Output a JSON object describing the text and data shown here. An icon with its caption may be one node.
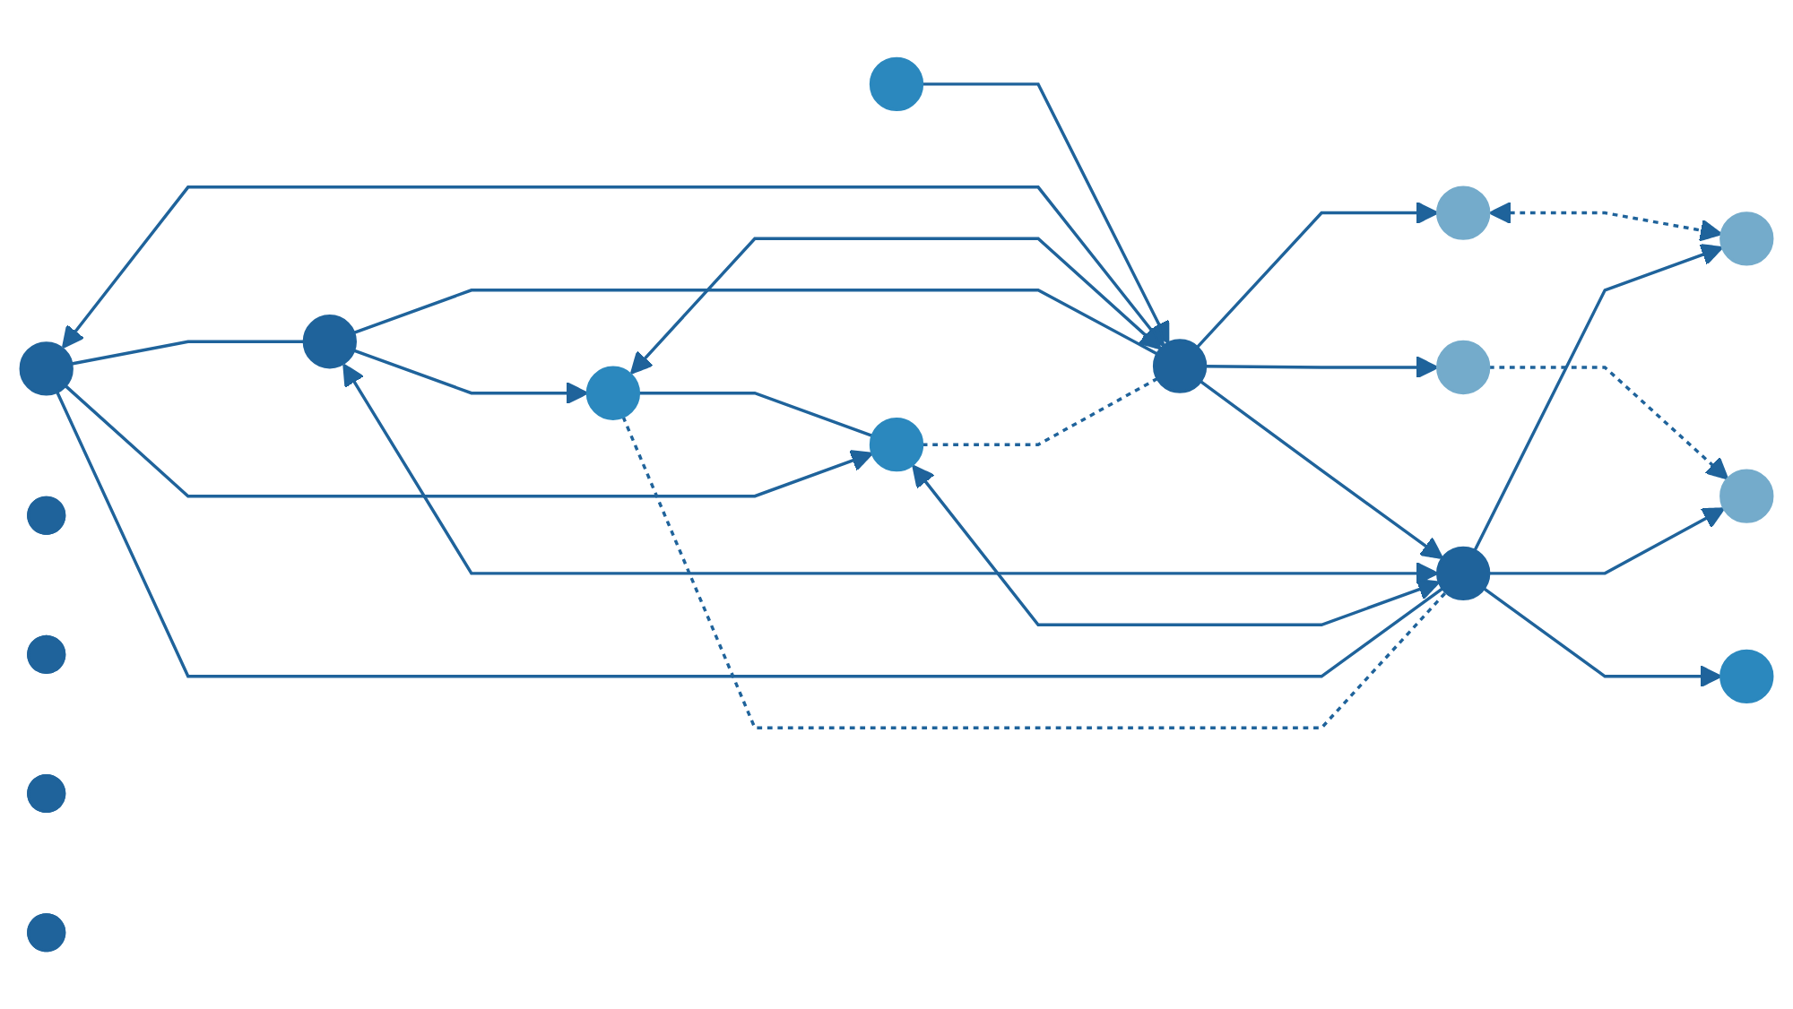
{
  "diagram": {
    "nodes": [
      {
        "text": [],
        "shape": "circle"
      },
      {
        "text": [],
        "shape": "circle"
      },
      {
        "text": [],
        "shape": "circle"
      },
      {
        "text": [],
        "shape": "circle"
      },
      {
        "text": [],
        "shape": "circle"
      },
      {
        "text": [],
        "shape": "circle"
      },
      {
        "text": [],
        "shape": "circle"
      },
      {
        "text": [],
        "shape": "circle"
      },
      {
        "text": [],
        "shape": "circle"
      },
      {
        "text": [],
        "shape": "circle"
      },
      {
        "text": [],
        "shape": "circle"
      },
      {
        "text": [],
        "shape": "circle"
      },
      {
        "text": [],
        "shape": "circle"
      },
      {
        "text": [],
        "shape": "circle"
      },
      {
        "text": [],
        "shape": "circle"
      },
      {
        "text": [],
        "shape": "circle"
      }
    ],
    "edges": [
      {
        "from": 0,
        "to": 1,
        "arrow": "none"
      },
      {
        "from": 2,
        "to": 5,
        "arrow": "to",
        "style": "dashed"
      },
      {
        "from": 6,
        "to": 7,
        "arrow": "to"
      },
      {
        "from": 7,
        "to": 8,
        "arrow": "to"
      },
      {
        "from": 8,
        "to": 9,
        "arrow": "to"
      },
      {
        "from": 12,
        "to": 13,
        "arrow": "both",
        "style": "dashed"
      },
      {
        "from": 14,
        "to": 15,
        "arrow": "none"
      },
      {
        "from": 0,
        "to": 7,
        "arrow": "both"
      },
      {
        "from": 1,
        "to": 8,
        "arrow": "both"
      },
      {
        "from": 14,
        "to": 7,
        "arrow": "both"
      },
      {
        "from": 15,
        "to": 8,
        "arrow": "both"
      },
      {
        "from": 7,
        "to": 2,
        "arrow": "to"
      },
      {
        "from": 7,
        "to": 12,
        "arrow": "to"
      },
      {
        "from": 8,
        "to": 5,
        "arrow": "to"
      },
      {
        "from": 8,
        "to": 13,
        "arrow": "to"
      },
      {
        "from": 0,
        "to": 8,
        "arrow": "none"
      },
      {
        "from": 1,
        "to": 7,
        "arrow": "none"
      },
      {
        "from": 14,
        "to": 8,
        "arrow": "none",
        "style": "dashed"
      },
      {
        "from": 15,
        "to": 7,
        "arrow": "none",
        "style": "dashed"
      },
      {
        "from": 0,
        "to": 15,
        "arrow": "to"
      },
      {
        "from": 1,
        "to": 14,
        "arrow": "to"
      }
    ]
  }
}
